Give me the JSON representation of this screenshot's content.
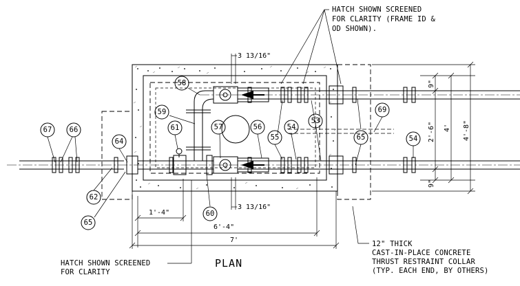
{
  "title": "PLAN",
  "notes": {
    "top_right": [
      "HATCH SHOWN SCREENED",
      "FOR CLARITY (FRAME ID &",
      "OD SHOWN)."
    ],
    "bottom_left": [
      "HATCH SHOWN SCREENED",
      "FOR CLARITY"
    ],
    "bottom_right": [
      "12\" THICK",
      "CAST-IN-PLACE CONCRETE",
      "THRUST RESTRAINT COLLAR",
      "(TYP. EACH END, BY OTHERS)"
    ]
  },
  "dimensions": {
    "top_offset": "3 13/16\"",
    "bottom_offset": "3 13/16\"",
    "left_offset": "1'-4\"",
    "inner_length": "6'-4\"",
    "overall_length": "7'",
    "top_edge": "9\"",
    "bottom_edge": "9\"",
    "pipe_spacing": "2'-6\"",
    "inner_width": "4'",
    "overall_width": "4'-8\""
  },
  "callouts": [
    "67",
    "66",
    "64",
    "62",
    "65",
    "61",
    "59",
    "58",
    "57",
    "56",
    "55",
    "54",
    "53",
    "69",
    "65",
    "54",
    "60"
  ]
}
